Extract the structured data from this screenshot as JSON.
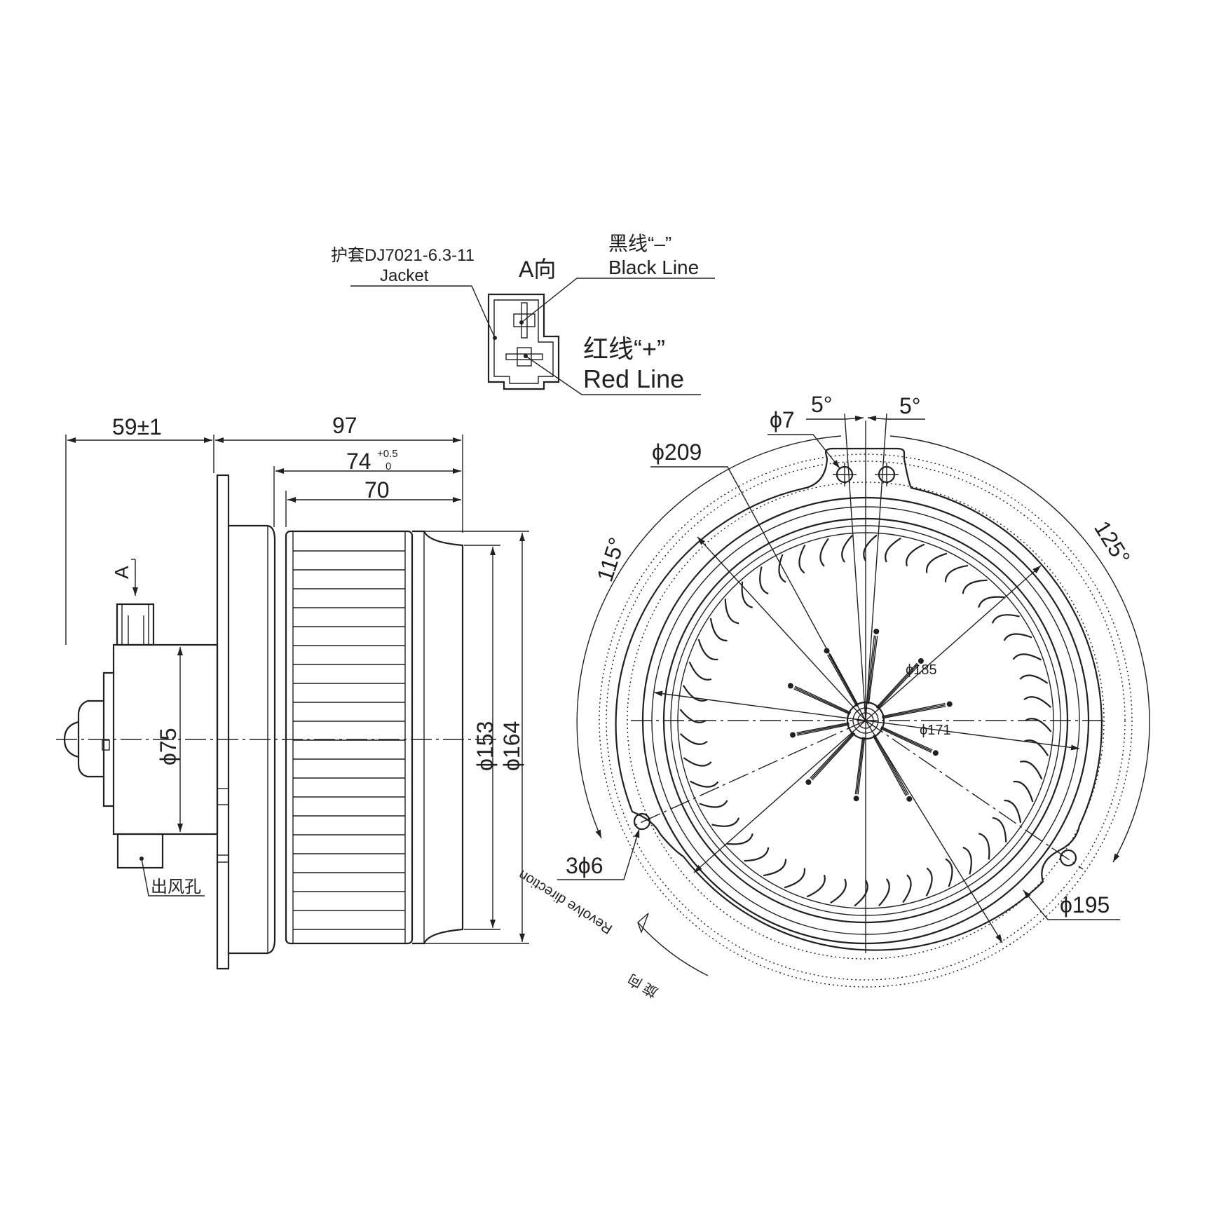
{
  "connector_view": {
    "jacket_cn": "护套DJ7021-6.3-11",
    "jacket_en": "Jacket",
    "view_label": "A向",
    "black_cn": "黑线“–”",
    "black_en": "Black Line",
    "red_cn": "红线“+”",
    "red_en": "Red Line"
  },
  "side_view": {
    "dim_59": "59±1",
    "dim_97": "97",
    "dim_74": "74",
    "dim_74_tol_upper": "+0.5",
    "dim_74_tol_lower": "0",
    "dim_70": "70",
    "dim_phi75": "ϕ75",
    "dim_phi153": "ϕ153",
    "dim_phi164": "ϕ164",
    "view_arrow_label": "A",
    "outlet_label": "出风孔"
  },
  "front_view": {
    "angle_5_left": "5°",
    "angle_5_right": "5°",
    "dim_phi7": "ϕ7",
    "dim_phi209": "ϕ209",
    "angle_115": "115°",
    "angle_125": "125°",
    "dim_phi185": "ϕ185",
    "dim_phi171": "ϕ171",
    "dim_3phi6": "3ϕ6",
    "dim_phi195": "ϕ195",
    "revolve_en": "Revolve direction",
    "revolve_cn": "旋 向"
  }
}
